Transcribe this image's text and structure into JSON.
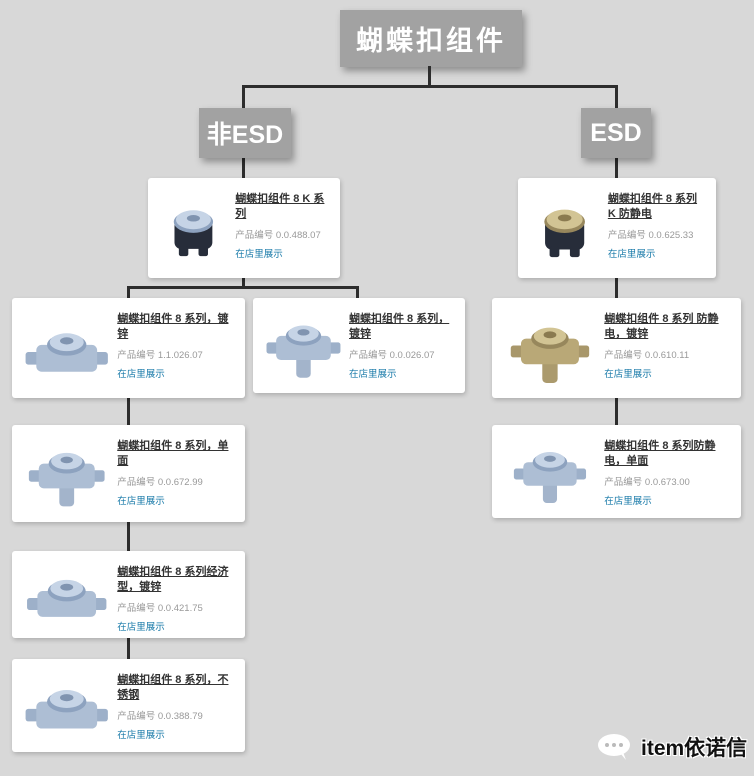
{
  "root": {
    "title": "蝴蝶扣组件"
  },
  "branches": {
    "non_esd": "非ESD",
    "esd": "ESD"
  },
  "cards": {
    "k_series": {
      "title": "蝴蝶扣组件 8 K 系列",
      "code": "产品编号 0.0.488.07",
      "link": "在店里展示"
    },
    "zinc_a": {
      "title": "蝴蝶扣组件 8 系列，镀锌",
      "code": "产品编号 1.1.026.07",
      "link": "在店里展示"
    },
    "zinc_b": {
      "title": "蝴蝶扣组件 8 系列，镀锌",
      "code": "产品编号 0.0.026.07",
      "link": "在店里展示"
    },
    "single": {
      "title": "蝴蝶扣组件 8 系列，单面",
      "code": "产品编号 0.0.672.99",
      "link": "在店里展示"
    },
    "economy": {
      "title": "蝴蝶扣组件 8 系列经济型，镀锌",
      "code": "产品编号 0.0.421.75",
      "link": "在店里展示"
    },
    "stainless": {
      "title": "蝴蝶扣组件 8 系列，不锈钢",
      "code": "产品编号 0.0.388.79",
      "link": "在店里展示"
    },
    "esd_k": {
      "title": "蝴蝶扣组件 8 系列 K 防静电",
      "code": "产品编号 0.0.625.33",
      "link": "在店里展示"
    },
    "esd_zinc": {
      "title": "蝴蝶扣组件 8 系列 防静电，镀锌",
      "code": "产品编号 0.0.610.11",
      "link": "在店里展示"
    },
    "esd_single": {
      "title": "蝴蝶扣组件 8 系列防静电，单面",
      "code": "产品编号 0.0.673.00",
      "link": "在店里展示"
    }
  },
  "logo": {
    "text": "item依诺信"
  },
  "colors": {
    "background": "#d8d8d8",
    "node_box": "#a2a2a2",
    "connector_line": "#2d2d2d",
    "link_text": "#1779a8",
    "steel_part": "#adbed4",
    "esd_tan_part": "#b9a877"
  }
}
